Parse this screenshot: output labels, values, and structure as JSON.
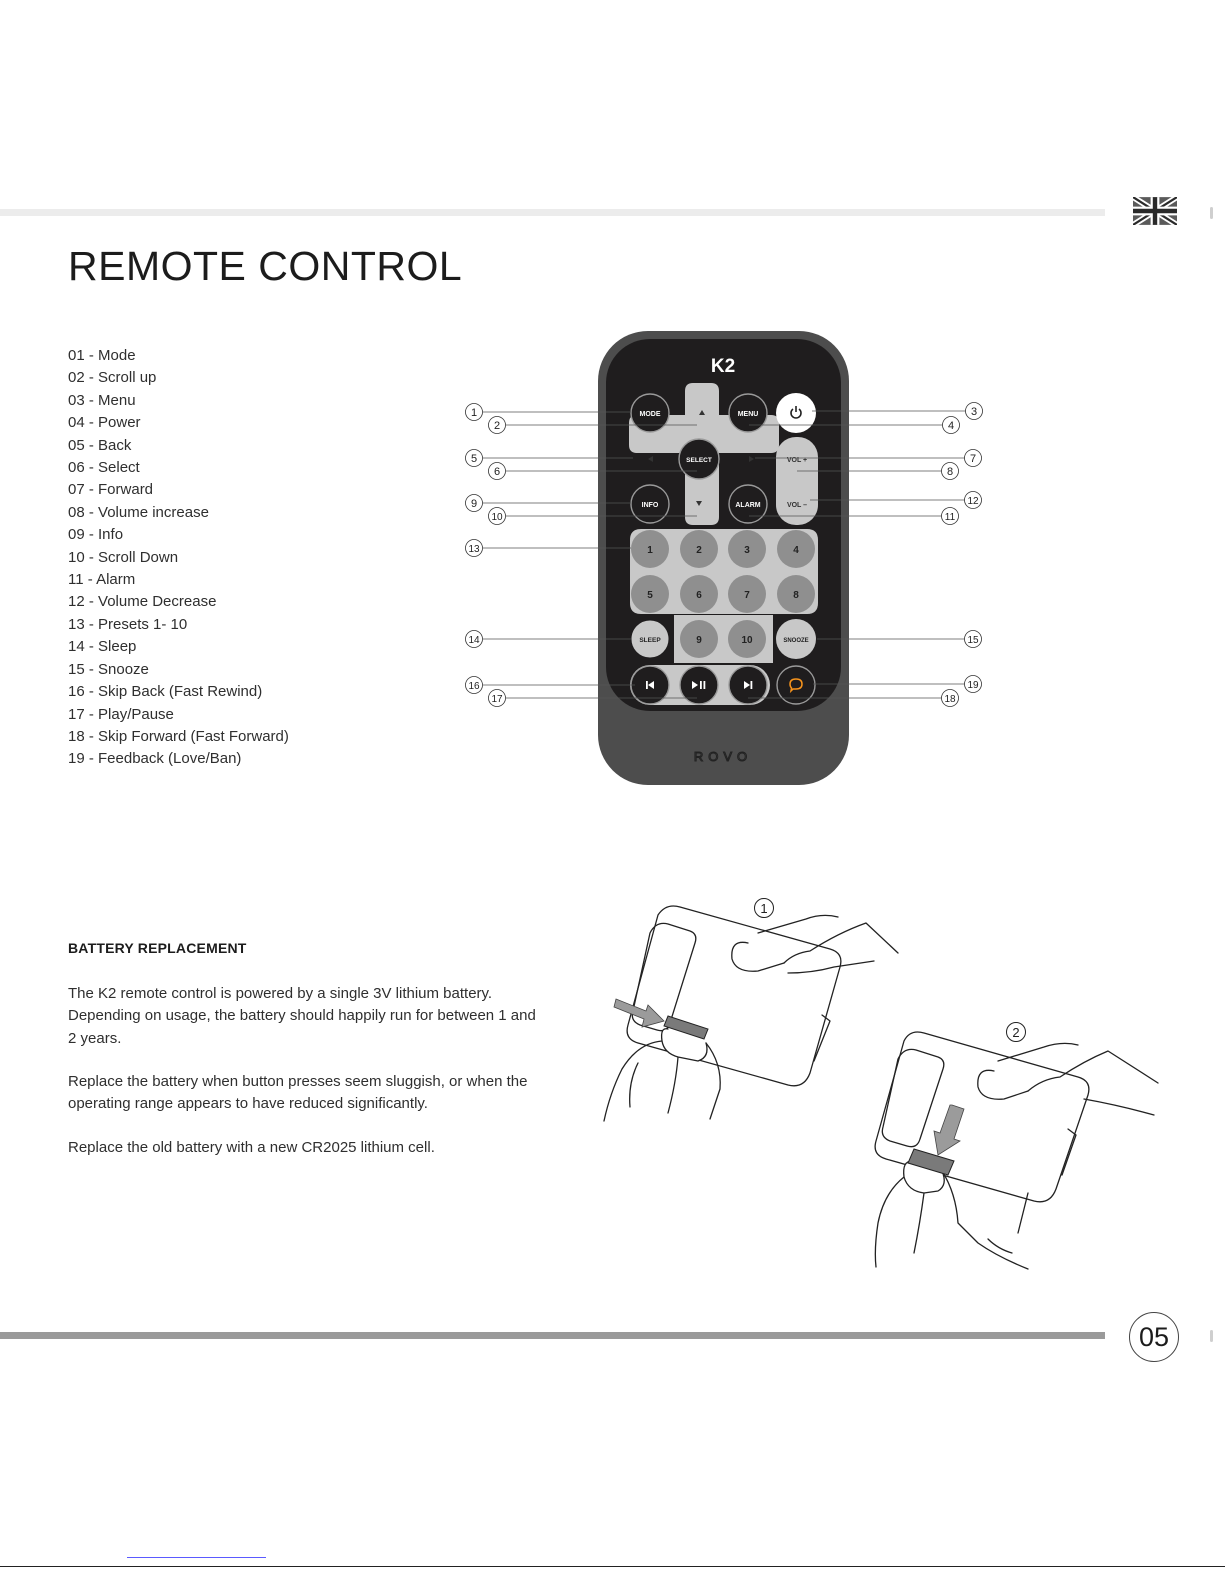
{
  "page": {
    "title": "REMOTE CONTROL",
    "page_number": "05"
  },
  "legend": [
    "01 - Mode",
    "02 - Scroll up",
    "03 - Menu",
    "04 - Power",
    "05 - Back",
    "06 - Select",
    "07 - Forward",
    "08 - Volume increase",
    "09 - Info",
    "10 - Scroll Down",
    "11 - Alarm",
    "12 - Volume Decrease",
    "13 - Presets 1- 10",
    "14 - Sleep",
    "15 - Snooze",
    "16 - Skip Back (Fast Rewind)",
    "17 - Play/Pause",
    "18 - Skip Forward (Fast Forward)",
    "19 - Feedback (Love/Ban)"
  ],
  "remote": {
    "brand": "K2",
    "maker_logo": "ROVO",
    "buttons": {
      "mode": "MODE",
      "menu": "MENU",
      "select": "SELECT",
      "info": "INFO",
      "alarm": "ALARM",
      "vol_up": "VOL +",
      "vol_down": "VOL –",
      "sleep": "SLEEP",
      "snooze": "SNOOZE",
      "presets": [
        "1",
        "2",
        "3",
        "4",
        "5",
        "6",
        "7",
        "8",
        "9",
        "10"
      ]
    },
    "icons": {
      "power": "power-icon",
      "up": "arrow-up-icon",
      "down": "arrow-down-icon",
      "left": "arrow-left-icon",
      "right": "arrow-right-icon",
      "skip_back": "skip-back-icon",
      "play_pause": "play-pause-icon",
      "skip_forward": "skip-forward-icon",
      "feedback": "feedback-icon"
    },
    "callouts": [
      "1",
      "2",
      "3",
      "4",
      "5",
      "6",
      "7",
      "8",
      "9",
      "10",
      "11",
      "12",
      "13",
      "14",
      "15",
      "16",
      "17",
      "18",
      "19"
    ]
  },
  "battery": {
    "heading": "BATTERY REPLACEMENT",
    "paragraphs": [
      "The K2 remote control is powered by a single 3V lithium battery.  Depending on usage, the battery should happily run for between 1 and 2 years.",
      "Replace the battery when button presses seem sluggish, or when the operating range appears to have reduced significantly.",
      "Replace the old battery with a new CR2025 lithium cell."
    ],
    "steps": [
      "1",
      "2"
    ]
  },
  "colors": {
    "remote_body": "#4d4d4d",
    "remote_face": "#1f1d1e",
    "dpad": "#c8c8c8",
    "button_dark": "#8f8f8f",
    "feedback_accent": "#f7941d"
  }
}
